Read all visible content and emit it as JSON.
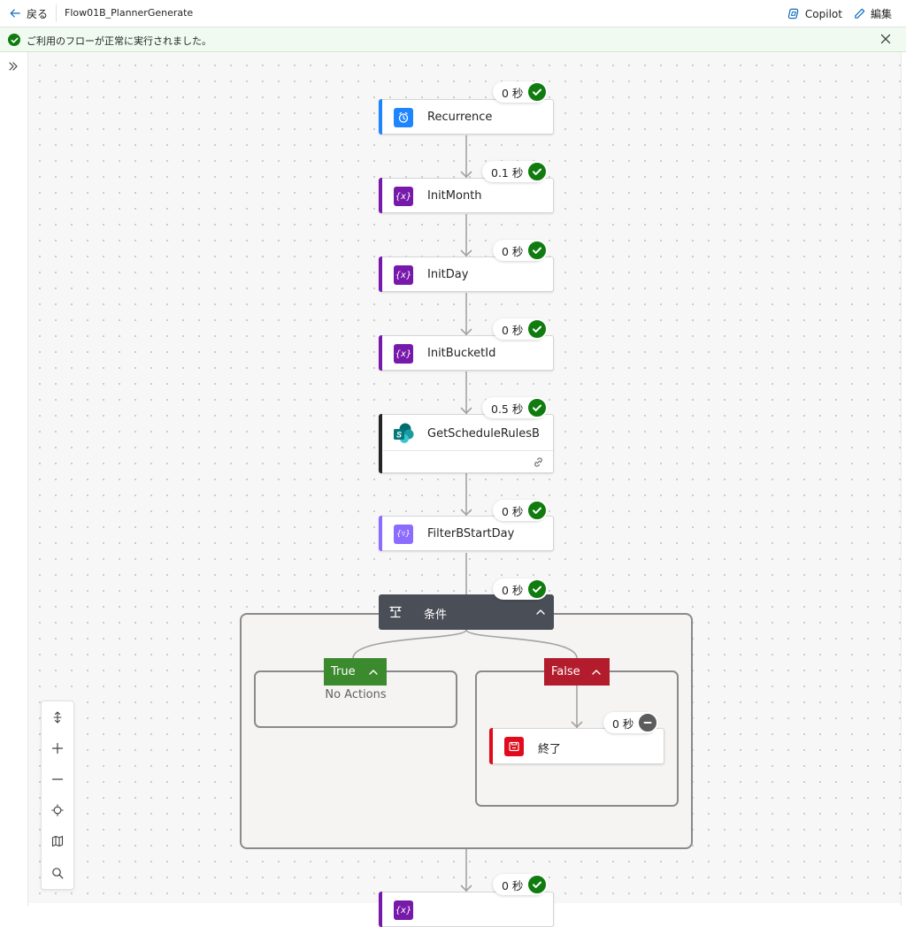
{
  "topbar": {
    "back_label": "戻る",
    "flow_name": "Flow01B_PlannerGenerate",
    "copilot_label": "Copilot",
    "edit_label": "編集"
  },
  "banner": {
    "message": "ご利用のフローが正常に実行されました。"
  },
  "colors": {
    "success": "#107c10",
    "variable_purple": "#7719aa",
    "filter_purple": "#8c6cff",
    "recurrence_blue": "#1f85ff",
    "condition_header": "#4a4f57",
    "true_green": "#3c8a2e",
    "false_red": "#b31c2c",
    "terminate_red": "#e00b1c"
  },
  "steps": [
    {
      "label": "Recurrence",
      "duration": "0 秒",
      "status": "succeeded",
      "icon": "clock-icon"
    },
    {
      "label": "InitMonth",
      "duration": "0.1 秒",
      "status": "succeeded",
      "icon": "variable-icon"
    },
    {
      "label": "InitDay",
      "duration": "0 秒",
      "status": "succeeded",
      "icon": "variable-icon"
    },
    {
      "label": "InitBucketId",
      "duration": "0 秒",
      "status": "succeeded",
      "icon": "variable-icon"
    },
    {
      "label": "GetScheduleRulesB",
      "duration": "0.5 秒",
      "status": "succeeded",
      "icon": "sharepoint-icon"
    },
    {
      "label": "FilterBStartDay",
      "duration": "0 秒",
      "status": "succeeded",
      "icon": "filter-icon"
    }
  ],
  "condition": {
    "label": "条件",
    "duration": "0 秒",
    "true_branch": {
      "label": "True",
      "empty_text": "No Actions"
    },
    "false_branch": {
      "label": "False",
      "action": {
        "label": "終了",
        "duration": "0 秒",
        "status": "skipped",
        "icon": "terminate-icon"
      }
    }
  },
  "next_step": {
    "duration": "0 秒",
    "status": "succeeded"
  },
  "zoom_controls": [
    "fit-vertical-icon",
    "zoom-in-icon",
    "zoom-out-icon",
    "fit-view-icon",
    "minimap-icon",
    "search-icon"
  ]
}
